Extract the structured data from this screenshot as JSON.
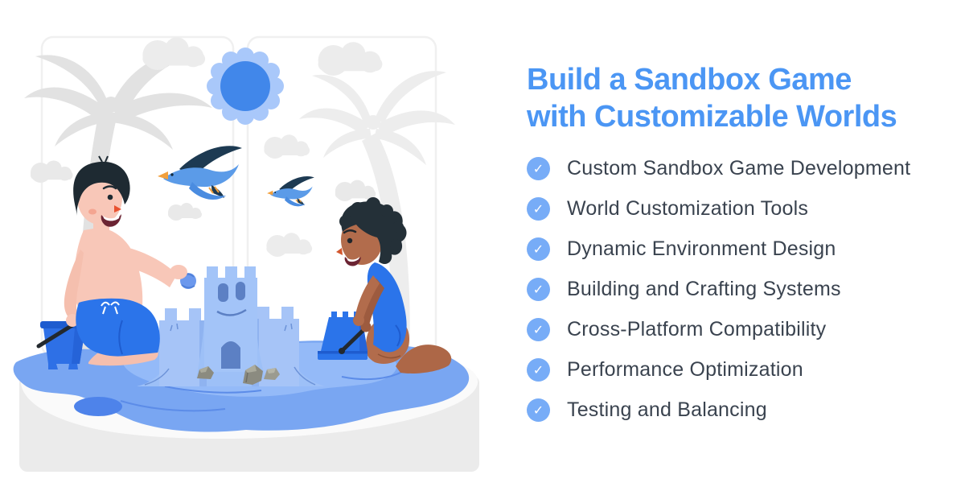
{
  "hero": {
    "title": "Build a Sandbox Game with Customizable Worlds",
    "title_line1": "Build a Sandbox Game",
    "title_line2": "with Customizable Worlds",
    "title_color": "#4B96F4"
  },
  "features": {
    "check_glyph": "✓",
    "check_bg": "#77ACF7",
    "text_color": "#3A434F",
    "items": [
      {
        "label": "Custom Sandbox Game Development"
      },
      {
        "label": "World Customization Tools"
      },
      {
        "label": "Dynamic Environment Design"
      },
      {
        "label": "Building and Crafting Systems"
      },
      {
        "label": "Cross-Platform Compatibility"
      },
      {
        "label": "Performance Optimization"
      },
      {
        "label": "Testing and Balancing"
      }
    ]
  },
  "illustration": {
    "alt": "Two children building a blue sandcastle on a beach with palm tree silhouettes, clouds, sun and seagulls",
    "colors": {
      "sun_core": "#4187EA",
      "sun_halo": "#A9C8FA",
      "puddle_blue": "#79A6F2",
      "puddle_light": "#94BAF8",
      "puddle_dark_spot": "#4E83EA",
      "castle_blue": "#A6C4F7",
      "castle_accent": "#5C80C4",
      "swimwear_blue": "#2B74EA",
      "palm_gray": "#E2E2E2",
      "cloud_gray": "#ECECEC",
      "sand_white": "#FAFAFA",
      "ground_gray": "#EBEBEB",
      "boy_skin": "#F8C7B8",
      "girl_skin": "#B26C4C",
      "hair_dark": "#1E2A32",
      "bird_navy": "#1D3A52",
      "bird_blue": "#5B9BE8"
    }
  }
}
